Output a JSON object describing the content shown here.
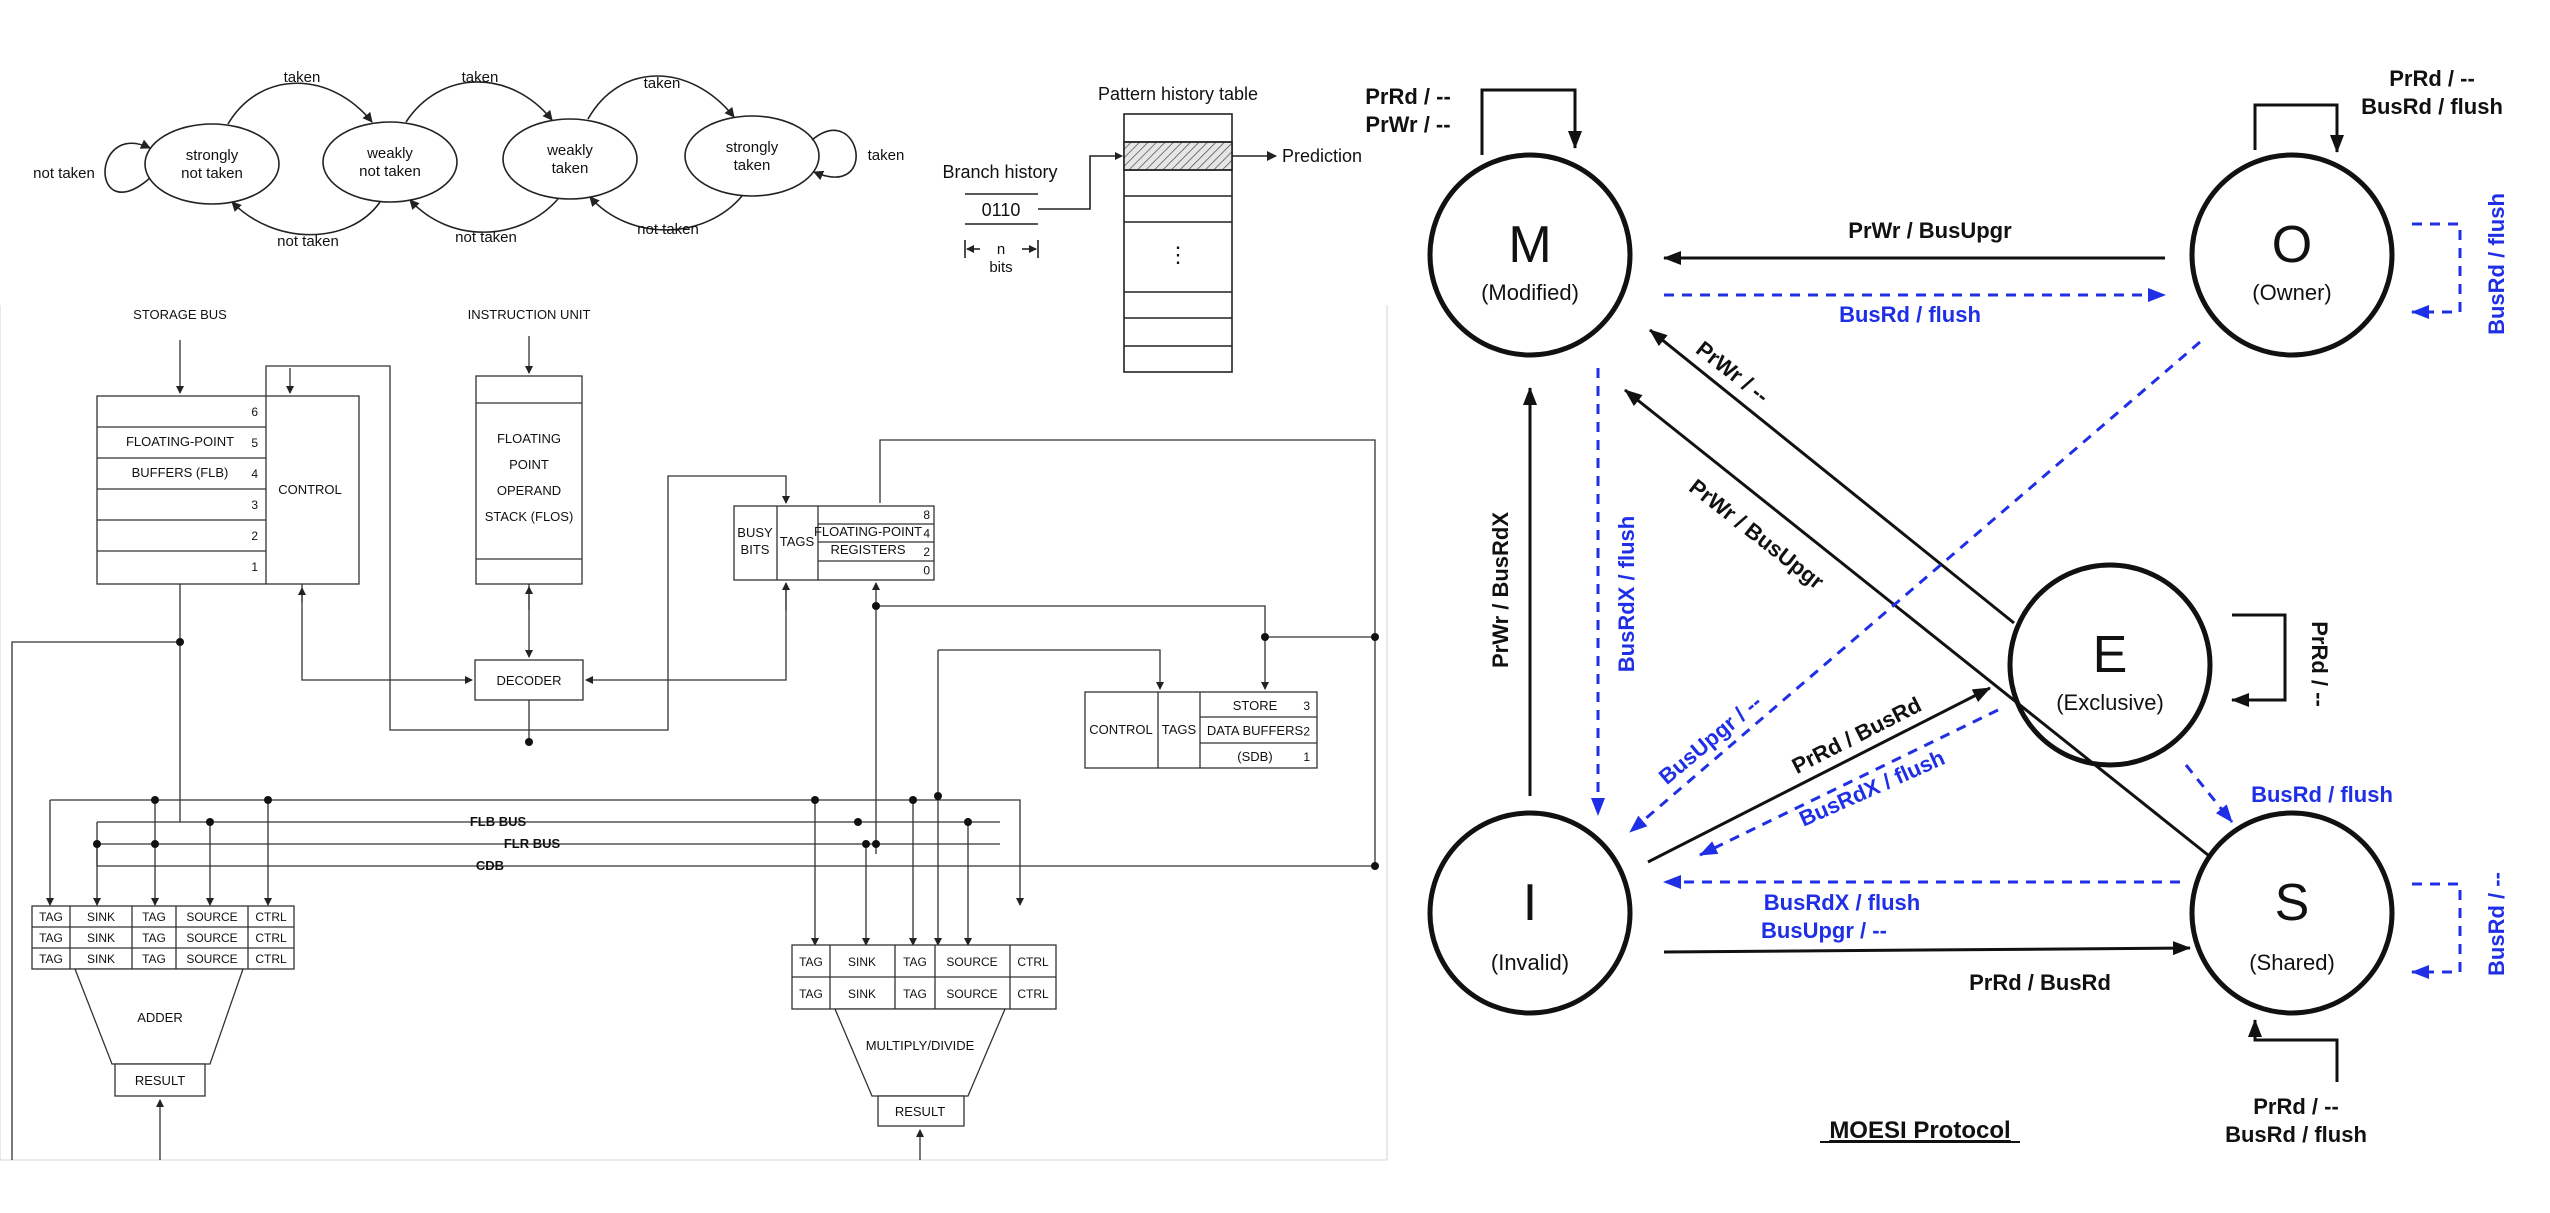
{
  "fsm": {
    "states": [
      "strongly\nnot taken",
      "weakly\nnot taken",
      "weakly\ntaken",
      "strongly\ntaken"
    ],
    "taken": "taken",
    "not_taken": "not taken"
  },
  "pht": {
    "title": "Pattern history table",
    "branch_history_label": "Branch history",
    "history_value": "0110",
    "n_bits_n": "n",
    "n_bits_bits": "bits",
    "ellipsis": "⋮",
    "prediction": "Prediction"
  },
  "tomasulo": {
    "storage_bus": "STORAGE BUS",
    "instruction_unit": "INSTRUCTION UNIT",
    "flb_labels": [
      "FLOATING-POINT",
      "BUFFERS (FLB)"
    ],
    "flb_numbers": [
      "6",
      "5",
      "4",
      "3",
      "2",
      "1"
    ],
    "control": "CONTROL",
    "flos_lines": [
      "FLOATING",
      "POINT",
      "OPERAND",
      "STACK  (FLOS)"
    ],
    "busy_bits": [
      "BUSY",
      "BITS"
    ],
    "tags": "TAGS",
    "fpr_lines": [
      "FLOATING-POINT",
      "REGISTERS"
    ],
    "fpr_numbers": [
      "8",
      "4",
      "2",
      "0"
    ],
    "decoder": "DECODER",
    "sdb_lines": [
      "STORE",
      "DATA BUFFERS",
      "(SDB)"
    ],
    "sdb_numbers": [
      "3",
      "2",
      "1"
    ],
    "buses": [
      "FLB BUS",
      "FLR BUS",
      "CDB"
    ],
    "rs_headers": [
      "TAG",
      "SINK",
      "TAG",
      "SOURCE",
      "CTRL"
    ],
    "adder": "ADDER",
    "multiply_divide": "MULTIPLY/DIVIDE",
    "result": "RESULT"
  },
  "moesi": {
    "title": "MOESI Protocol",
    "colors": {
      "black_arrow": "#111111",
      "blue_arrow": "#1f2fe6"
    },
    "states": [
      {
        "letter": "M",
        "name": "(Modified)"
      },
      {
        "letter": "O",
        "name": "(Owner)"
      },
      {
        "letter": "E",
        "name": "(Exclusive)"
      },
      {
        "letter": "I",
        "name": "(Invalid)"
      },
      {
        "letter": "S",
        "name": "(Shared)"
      }
    ],
    "labels": {
      "m_self": [
        "PrRd / --",
        "PrWr / --"
      ],
      "o_self": [
        "PrRd / --",
        "BusRd / flush"
      ],
      "o_blue_self": "BusRd / flush",
      "o_to_m": "PrWr / BusUpgr",
      "m_to_o": "BusRd / flush",
      "e_to_m": "PrWr / --",
      "s_to_m": "PrWr / BusUpgr",
      "i_to_m": "PrWr / BusRdX",
      "m_to_i": "BusRdX / flush",
      "o_to_i": "BusUpgr / --",
      "i_to_e": "PrRd / BusRd",
      "e_to_i": "BusRdX / flush",
      "e_self": "PrRd / --",
      "e_to_s": "BusRd / flush",
      "s_to_i": [
        "BusRdX / flush",
        "BusUpgr / --"
      ],
      "i_to_s": "PrRd / BusRd",
      "s_blue_self": "BusRd / --",
      "s_self": [
        "PrRd / --",
        "BusRd / flush"
      ]
    }
  }
}
